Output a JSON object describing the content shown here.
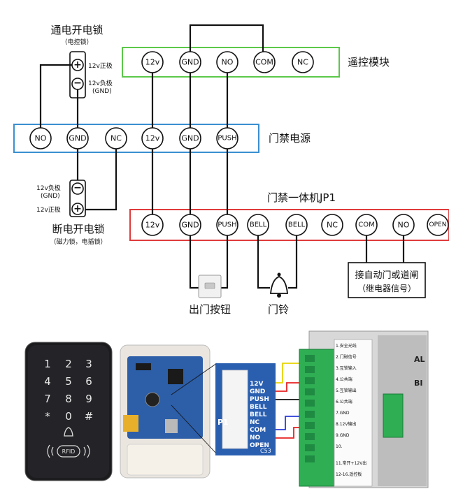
{
  "locks": {
    "power_on": {
      "title": "通电开电锁",
      "subtitle": "（电控锁）",
      "plus": "12v正极",
      "minus_line1": "12v负极",
      "minus_line2": "(GND)"
    },
    "power_off": {
      "title": "断电开电锁",
      "subtitle": "（磁力锁，电插锁）",
      "minus_line1": "12v负极",
      "minus_line2": "(GND)",
      "plus": "12v正极"
    }
  },
  "remote_module": {
    "label": "遥控模块",
    "pins": [
      "12v",
      "GND",
      "NO",
      "COM",
      "NC"
    ]
  },
  "power_supply": {
    "label": "门禁电源",
    "pins": [
      "NO",
      "GND",
      "NC",
      "12v",
      "GND",
      "PUSH"
    ]
  },
  "access_unit": {
    "label": "门禁一体机JP1",
    "pins": [
      "12v",
      "GND",
      "PUSH",
      "BELL",
      "BELL",
      "NC",
      "COM",
      "NO",
      "OPEN"
    ]
  },
  "exit_button": {
    "label": "出门按钮"
  },
  "doorbell": {
    "label": "门铃"
  },
  "auto_door": {
    "line1": "接自动门或道闸",
    "line2": "（继电器信号）"
  },
  "keypad": {
    "keys": [
      "1",
      "2",
      "3",
      "4",
      "5",
      "6",
      "7",
      "8",
      "9",
      "*",
      "0",
      "#"
    ],
    "rfid": "RFID"
  },
  "connector_labels": [
    "12V",
    "GND",
    "PUSH",
    "BELL",
    "BELL",
    "NC",
    "COM",
    "NO",
    "OPEN"
  ],
  "board_label": "P1",
  "board_code": "C53",
  "terminal_labels": [
    "1.安全光线",
    "2.门磁信号",
    "3.互锁输入",
    "4.公共端",
    "5.互锁输出",
    "6.公共端",
    "7.GND",
    "8.12V输出",
    "9.GND",
    "10.",
    "11.常开+12V出",
    "12-16.遥控板"
  ],
  "panel_letters": [
    "AL",
    "BI"
  ],
  "colors": {
    "remote_border": "#5cc84a",
    "power_border": "#3a8fd1",
    "access_border": "#e03b3b",
    "terminal_green": "#2fae54"
  }
}
